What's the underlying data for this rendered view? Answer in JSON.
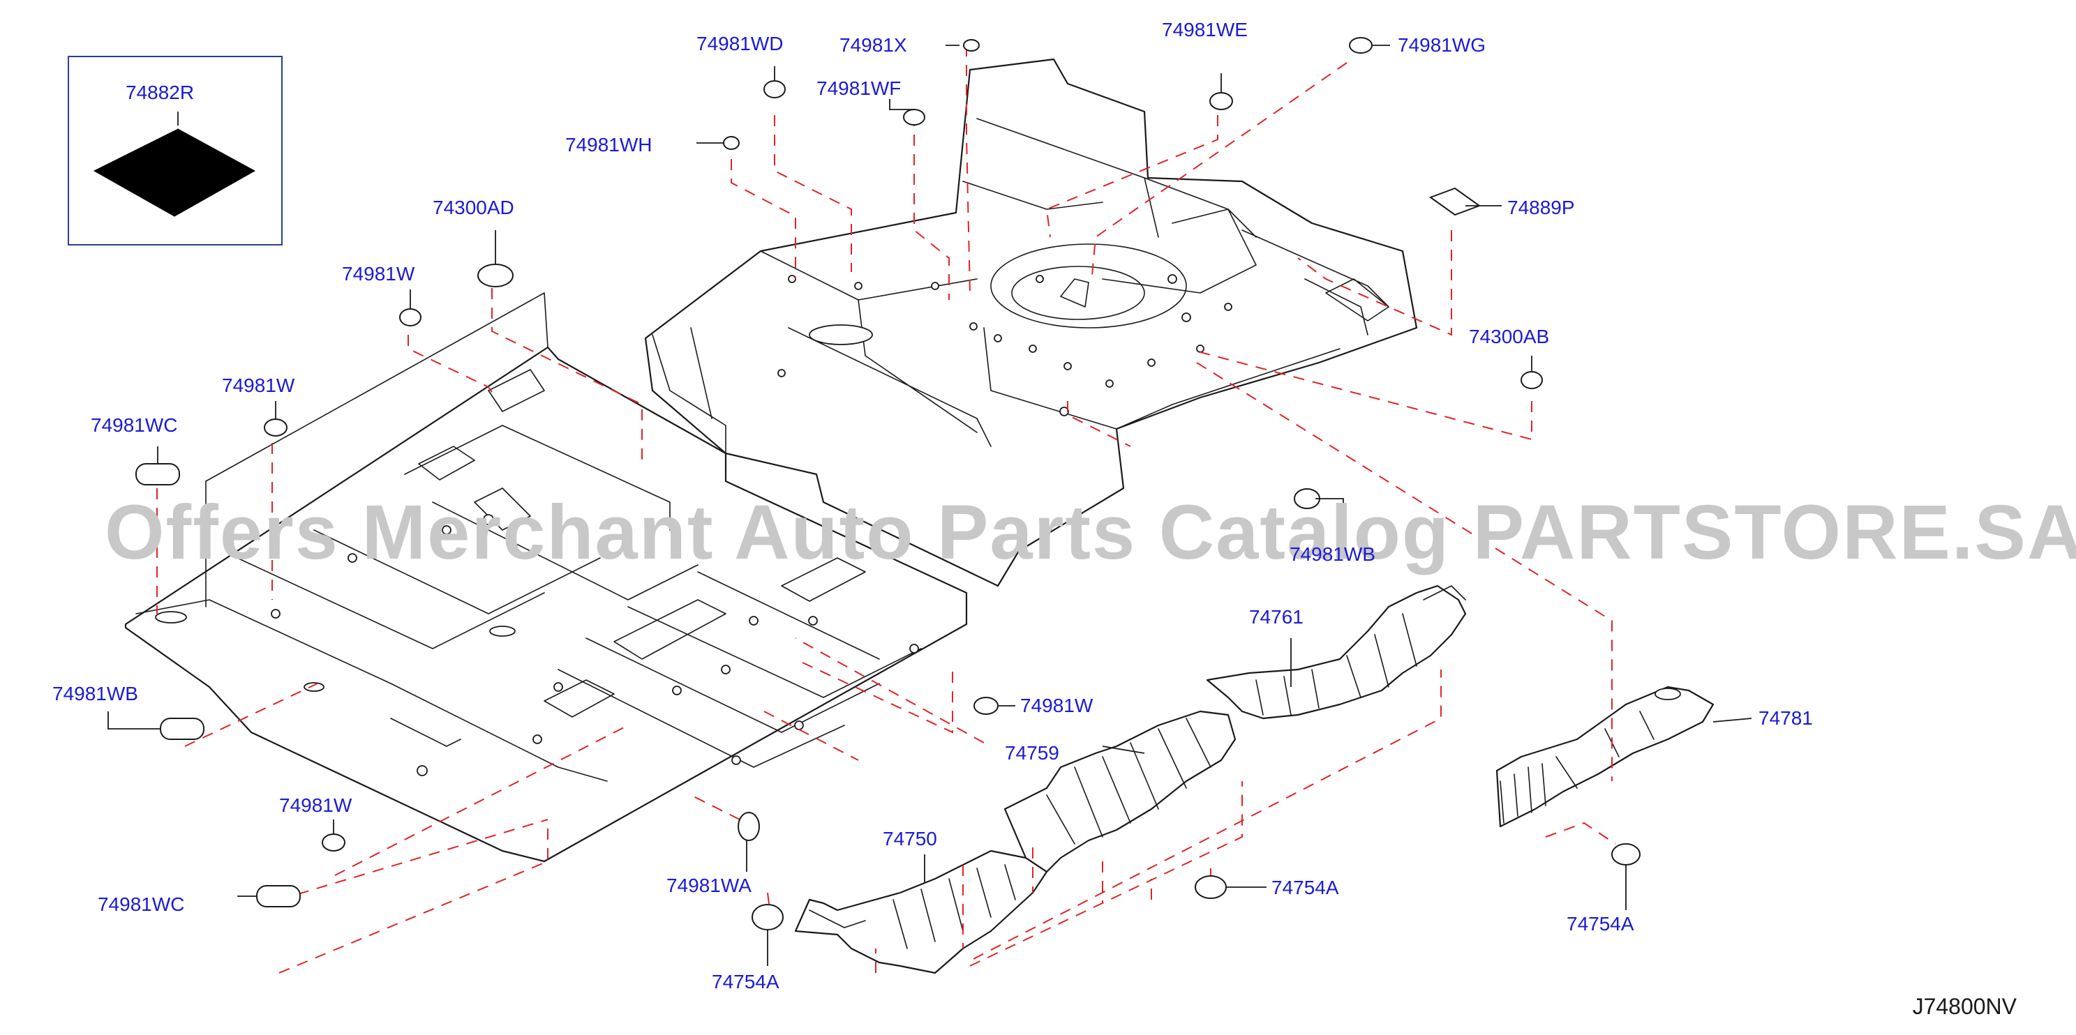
{
  "colors": {
    "label": "#1a1ad6",
    "leader": "#1a1a1a",
    "dash": "#e02424",
    "inset_border": "#2b3f8f",
    "watermark": "#c8c8c8",
    "pad": "#000000"
  },
  "diagram_code": "J74800NV",
  "watermark": "Offers Merchant Auto Parts Catalog PARTSTORE.SA",
  "callouts": {
    "inset_pad": "74882R",
    "wd": "74981WD",
    "x": "74981X",
    "wf": "74981WF",
    "we": "74981WE",
    "wg": "74981WG",
    "wh": "74981WH",
    "p": "74889P",
    "ad": "74300AD",
    "w1": "74981W",
    "w2": "74981W",
    "wc1": "74981WC",
    "ab": "74300AB",
    "wb_right": "74981WB",
    "wb_left": "74981WB",
    "r761": "74761",
    "w_mid": "74981W",
    "r759": "74759",
    "r781": "74781",
    "w3": "74981W",
    "r750": "74750",
    "wa": "74981WA",
    "a_mid": "74754A",
    "a_right": "74754A",
    "wc2": "74981WC",
    "a_bottom": "74754A"
  }
}
